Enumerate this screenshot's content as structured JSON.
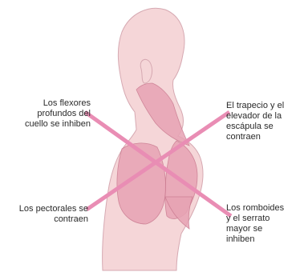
{
  "labels": {
    "top_left": "Los flexores\nprofundos del\ncuello se inhiben",
    "top_right": "El trapecio y el\nelevador de la\nescápula se contraen",
    "bottom_left": "Los pectorales se\ncontraen",
    "bottom_right": "Los romboides\ny el serrato\nmayor se\ninhiben"
  },
  "colors": {
    "skin": "#f5d6d8",
    "skin_edge": "#d6a9b2",
    "muscle": "#e7a3b4",
    "muscle_line": "#c9788e",
    "cross": "#e98db4"
  }
}
